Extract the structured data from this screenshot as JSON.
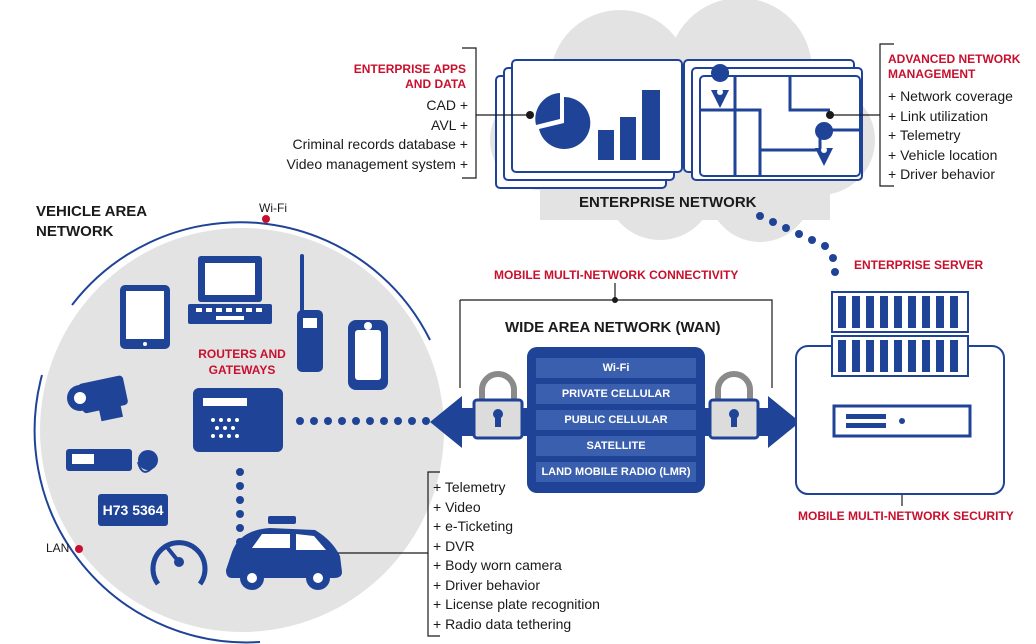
{
  "colors": {
    "navy": "#1f4397",
    "red": "#c8102e",
    "gray": "#e3e3e3",
    "band": "#3a5fae"
  },
  "enterprise_apps": {
    "title_line1": "ENTERPRISE APPS",
    "title_line2": "AND DATA",
    "items": [
      "CAD +",
      "AVL +",
      "Criminal records database +",
      "Video management system +"
    ]
  },
  "network_management": {
    "title_line1": "ADVANCED NETWORK",
    "title_line2": "MANAGEMENT",
    "items": [
      "+ Network coverage",
      "+ Link utilization",
      "+ Telemetry",
      "+ Vehicle location",
      "+ Driver behavior"
    ]
  },
  "enterprise_network_label": "ENTERPRISE NETWORK",
  "vehicle_area_network": {
    "line1": "VEHICLE AREA",
    "line2": "NETWORK",
    "wifi": "Wi-Fi",
    "lan": "LAN"
  },
  "routers": {
    "line1": "ROUTERS AND",
    "line2": "GATEWAYS"
  },
  "license_plate": "H73 5364",
  "mobile_connectivity": "MOBILE MULTI-NETWORK CONNECTIVITY",
  "wan_label": "WIDE AREA NETWORK (WAN)",
  "wan_bands": [
    "Wi-Fi",
    "PRIVATE CELLULAR",
    "PUBLIC CELLULAR",
    "SATELLITE",
    "LAND MOBILE RADIO (LMR)"
  ],
  "enterprise_server": "ENTERPRISE SERVER",
  "security_label": "MOBILE MULTI-NETWORK SECURITY",
  "vehicle_features": [
    "+ Telemetry",
    "+ Video",
    "+ e-Ticketing",
    "+ DVR",
    "+ Body worn camera",
    "+ Driver behavior",
    "+ License plate recognition",
    "+ Radio data tethering"
  ]
}
